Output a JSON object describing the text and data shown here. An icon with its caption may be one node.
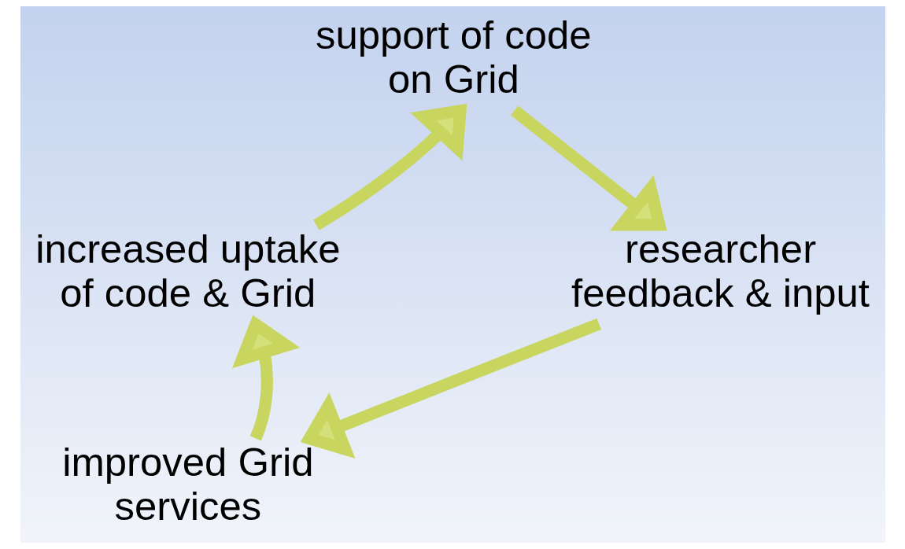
{
  "diagram": {
    "nodes": [
      {
        "text": [
          "support of code on Grid"
        ]
      },
      {
        "text": [
          "researcher feedback & input"
        ]
      },
      {
        "text": [
          "improved Grid services"
        ]
      },
      {
        "text": [
          "increased uptake of code & Grid"
        ]
      }
    ],
    "edges": [
      {
        "from": 0,
        "to": 1,
        "arrow": "to"
      },
      {
        "from": 1,
        "to": 2,
        "arrow": "to"
      },
      {
        "from": 2,
        "to": 3,
        "arrow": "to"
      },
      {
        "from": 3,
        "to": 0,
        "arrow": "to"
      }
    ]
  }
}
